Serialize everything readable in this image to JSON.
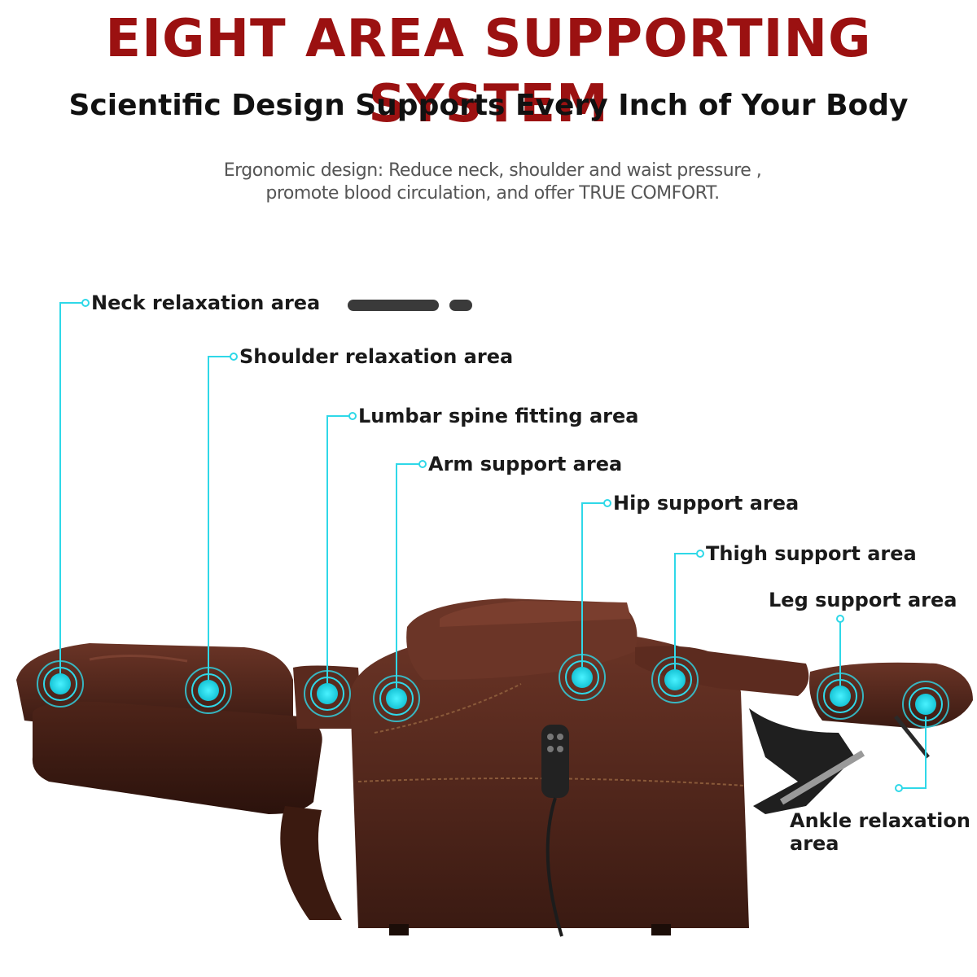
{
  "header": {
    "title": "EIGHT AREA SUPPORTING SYSTEM",
    "subtitle": "Scientific Design Supports Every Inch of Your Body",
    "description_line1": "Ergonomic design: Reduce neck, shoulder and waist pressure ,",
    "description_line2": "promote blood circulation, and offer TRUE COMFORT."
  },
  "areas": {
    "neck": "Neck relaxation area",
    "shoulder": "Shoulder relaxation area",
    "lumbar": "Lumbar spine fitting area",
    "arm": "Arm support area",
    "hip": "Hip support area",
    "thigh": "Thigh support area",
    "leg": "Leg support area",
    "ankle_line1": "Ankle relaxation",
    "ankle_line2": "area"
  },
  "colors": {
    "title": "#9b1111",
    "accent": "#2fd8e8",
    "leather": "#4a2218"
  }
}
